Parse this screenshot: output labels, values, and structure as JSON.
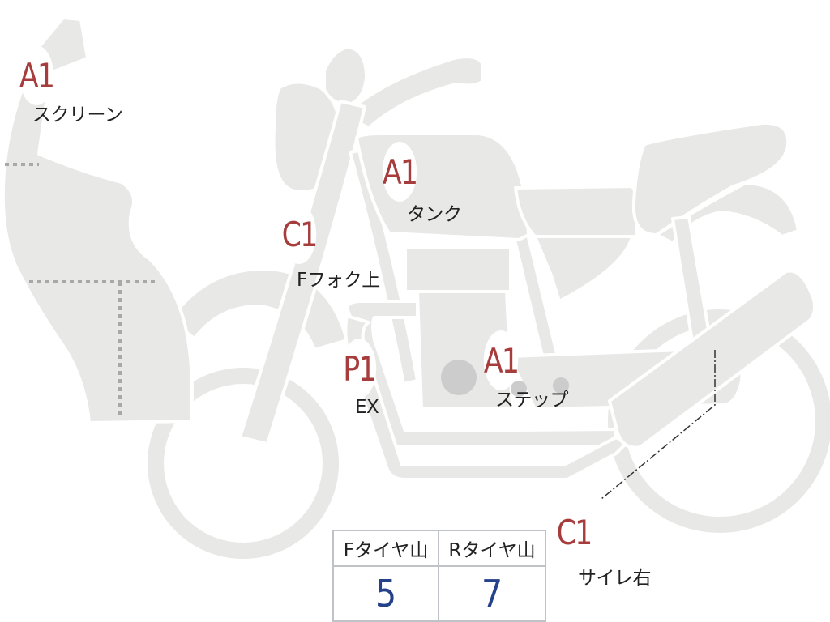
{
  "markers": [
    {
      "id": "screen",
      "grade": "A1",
      "label": "スクリーン"
    },
    {
      "id": "tank",
      "grade": "A1",
      "label": "タンク"
    },
    {
      "id": "fork",
      "grade": "C1",
      "label": "Fフォク上"
    },
    {
      "id": "exhaust",
      "grade": "P1",
      "label": "EX"
    },
    {
      "id": "step",
      "grade": "A1",
      "label": "ステップ"
    },
    {
      "id": "side-cover",
      "grade": "C1",
      "label": "サイレ右"
    }
  ],
  "tire_table": {
    "front_header": "Fタイヤ山",
    "rear_header": "Rタイヤ山",
    "front_value": "5",
    "rear_value": "7"
  },
  "colors": {
    "part_fill": "#e8e8e6",
    "grade_text": "#a63c3c",
    "tire_value": "#25418a",
    "dotted_line": "#a8a8a8"
  }
}
